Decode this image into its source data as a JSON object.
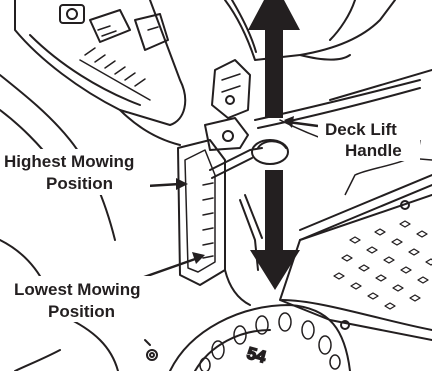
{
  "callouts": {
    "deck_lift_line1": "Deck Lift",
    "deck_lift_line2": "Handle",
    "highest_line1": "Highest Mowing",
    "highest_line2": "Position",
    "lowest_line1": "Lowest Mowing",
    "lowest_line2": "Position"
  },
  "deck_badge": "54",
  "colors": {
    "ink": "#231f20",
    "background": "#ffffff"
  }
}
